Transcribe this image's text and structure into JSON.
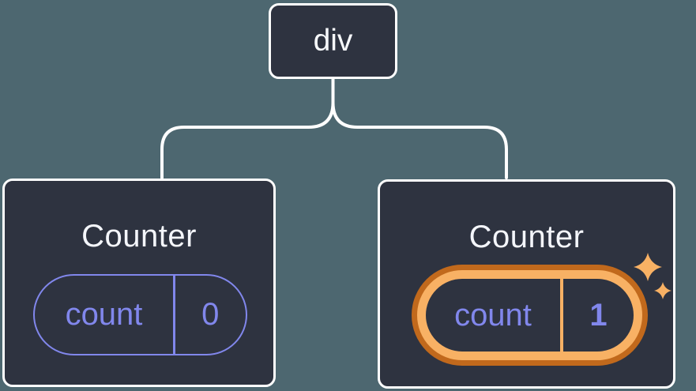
{
  "colors": {
    "background": "#4d6770",
    "card_fill": "#2e3340",
    "card_border": "#ffffff",
    "connector": "#ffffff",
    "state_purple": "#8187ec",
    "highlight_orange_dark": "#c1691c",
    "highlight_orange_light": "#f8b164"
  },
  "tree": {
    "root": {
      "label": "div"
    },
    "children": [
      {
        "title": "Counter",
        "state": {
          "key": "count",
          "value": "0",
          "highlighted": false
        }
      },
      {
        "title": "Counter",
        "state": {
          "key": "count",
          "value": "1",
          "highlighted": true
        }
      }
    ]
  }
}
